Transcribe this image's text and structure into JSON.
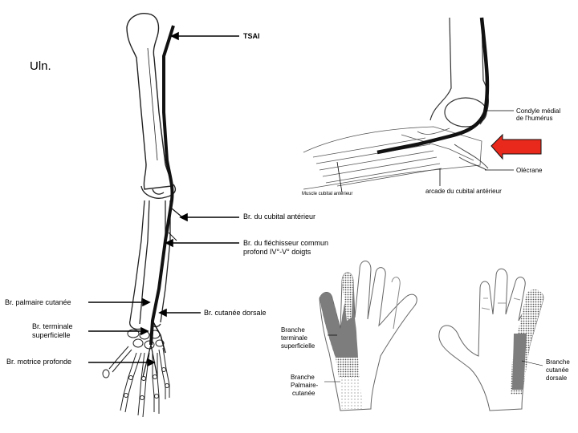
{
  "slide": {
    "title": "Uln."
  },
  "arm": {
    "labels": {
      "tsai": "TSAI",
      "br_cubital_anterieur": "Br. du cubital antérieur",
      "br_flechisseur_l1": "Br. du fléchisseur commun",
      "br_flechisseur_l2": "profond IV°-V° doigts",
      "br_palmaire_cutanee": "Br. palmaire cutanée",
      "br_cutanee_dorsale": "Br. cutanée dorsale",
      "br_terminale_l1": "Br. terminale",
      "br_terminale_l2": "superficielle",
      "br_motrice_profonde": "Br. motrice profonde"
    }
  },
  "elbow": {
    "labels": {
      "condyle_l1": "Condyle médial",
      "condyle_l2": "de l'humérus",
      "olecrane": "Olécrane",
      "arcade": "arcade du cubital antérieur",
      "muscle": "Muscle cubital antérieur"
    },
    "arrow_color": "#e8291c"
  },
  "hands": {
    "labels": {
      "branche_terminale_l1": "Branche",
      "branche_terminale_l2": "terminale",
      "branche_terminale_l3": "superficielle",
      "branche_palmaire_l1": "Branche",
      "branche_palmaire_l2": "Palmaire-",
      "branche_palmaire_l3": "cutanée",
      "branche_dorsale_l1": "Branche",
      "branche_dorsale_l2": "cutanée",
      "branche_dorsale_l3": "dorsale"
    }
  }
}
